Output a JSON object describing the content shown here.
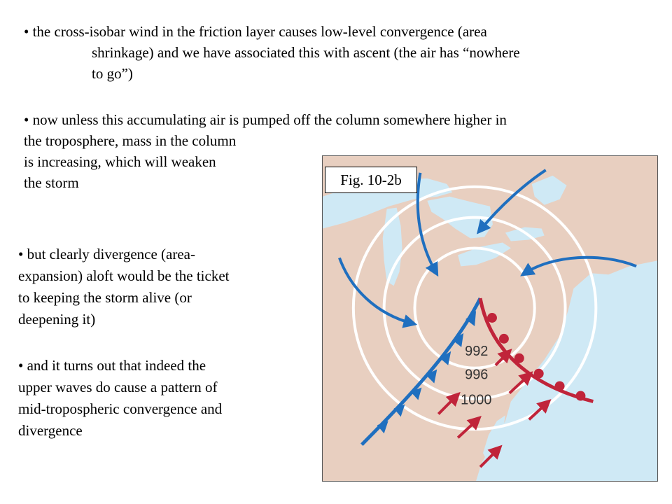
{
  "bullets": {
    "b1": {
      "line1": "• the cross-isobar wind in the friction layer causes low-level convergence (area",
      "line2": "shrinkage) and we have associated this with ascent (the air has “nowhere",
      "line3": "to go”)"
    },
    "b2": {
      "line1": "• now unless this accumulating air is pumped off the column somewhere higher in",
      "line2": "the troposphere, mass in the column",
      "line3": "is increasing, which will weaken",
      "line4": "the storm"
    },
    "b3": {
      "line1": "•  but clearly divergence (area-",
      "line2": "expansion) aloft would be the ticket",
      "line3": "to keeping the storm alive (or",
      "line4": "deepening it)"
    },
    "b4": {
      "line1": "• and it turns out that indeed the",
      "line2": "upper waves do cause a pattern of",
      "line3": "mid-tropospheric convergence and",
      "line4": "divergence"
    }
  },
  "figure": {
    "label": "Fig. 10-2b",
    "isobars": [
      "992",
      "996",
      "1000"
    ],
    "colors": {
      "land": "#e8cfc0",
      "water": "#cfe9f5",
      "isobar": "#ffffff",
      "cold_front": "#1f6fbf",
      "warm_front": "#c0243a",
      "inflow_arrow": "#1f6fbf",
      "warm_arrow": "#c0243a"
    }
  }
}
